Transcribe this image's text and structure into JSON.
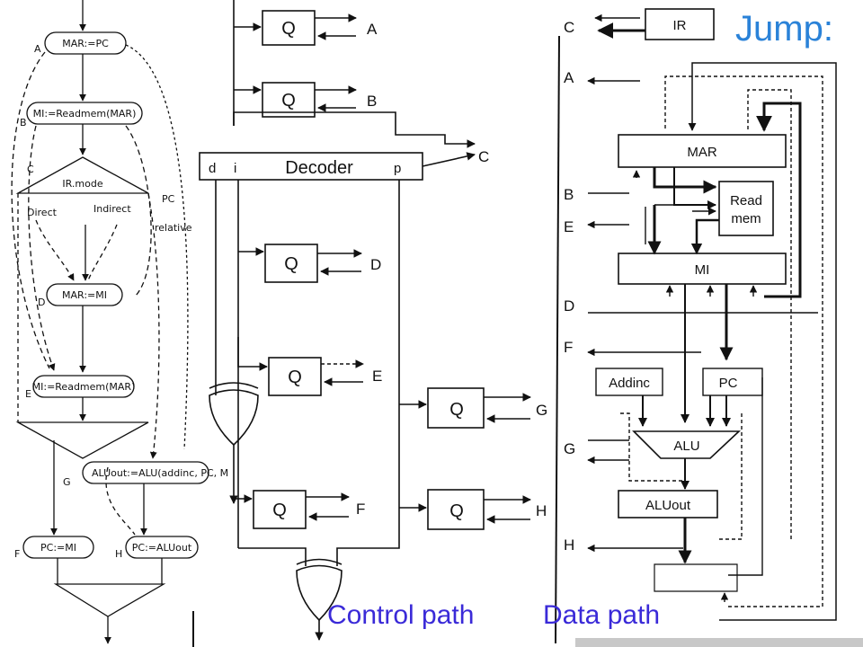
{
  "title": "Jump:",
  "captions": {
    "control": "Control path",
    "data": "Data path"
  },
  "flowchart": {
    "steps": [
      {
        "label": "A",
        "text": "MAR:=PC"
      },
      {
        "label": "B",
        "text": "MI:=Readmem(MAR)"
      },
      {
        "label": "D",
        "text": "MAR:=MI"
      },
      {
        "label": "E",
        "text": "MI:=Readmem(MAR)"
      },
      {
        "label": "G",
        "text": "ALUout:=ALU(addinc, PC, M"
      },
      {
        "label": "F",
        "text": "PC:=MI"
      },
      {
        "label": "H",
        "text": "PC:=ALUout"
      }
    ],
    "decision": {
      "label": "C",
      "text": "IR.mode",
      "branches": [
        "Direct",
        "Indirect",
        "PC",
        "relative"
      ]
    }
  },
  "control_path": {
    "decoder": {
      "name": "Decoder",
      "outputs": [
        "d",
        "i",
        "p"
      ],
      "out_label": "C"
    },
    "flipflops": [
      {
        "text": "Q",
        "label": "A"
      },
      {
        "text": "Q",
        "label": "B"
      },
      {
        "text": "Q",
        "label": "D"
      },
      {
        "text": "Q",
        "label": "E"
      },
      {
        "text": "Q",
        "label": "G"
      },
      {
        "text": "Q",
        "label": "F"
      },
      {
        "text": "Q",
        "label": "H"
      }
    ]
  },
  "data_path": {
    "ir": {
      "label": "C",
      "text": "IR"
    },
    "signals": [
      "A",
      "B",
      "E",
      "D",
      "F",
      "G",
      "H"
    ],
    "blocks": {
      "mar": "MAR",
      "read": "Read",
      "mem": "mem",
      "mi": "MI",
      "addinc": "Addinc",
      "pc": "PC",
      "alu": "ALU",
      "aluout": "ALUout"
    }
  }
}
